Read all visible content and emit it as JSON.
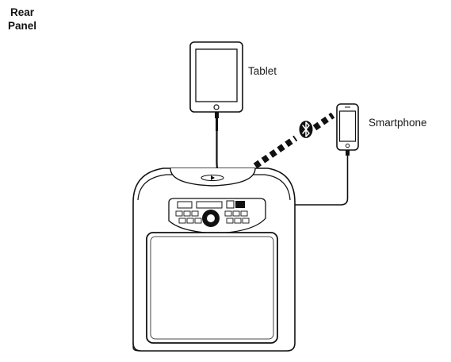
{
  "header": {
    "line1": "Rear",
    "line2": "Panel"
  },
  "labels": {
    "tablet": "Tablet",
    "smartphone": "Smartphone"
  },
  "icons": {
    "wireless": "bluetooth-icon"
  },
  "colors": {
    "stroke": "#111111",
    "background": "#ffffff"
  }
}
